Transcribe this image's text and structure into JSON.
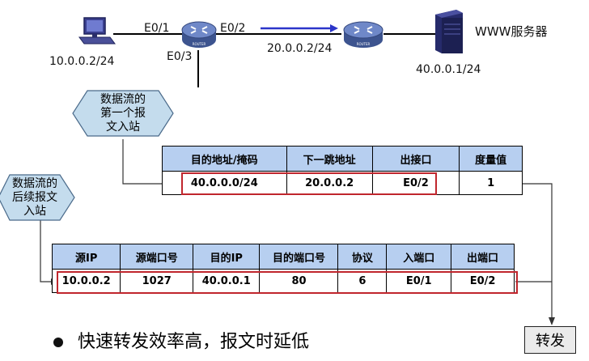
{
  "topology": {
    "pc_ip": "10.0.0.2/24",
    "r1_port_left": "E0/1",
    "r1_port_right": "E0/2",
    "r1_port_down": "E0/3",
    "router_label": "ROUTER",
    "link_ip": "20.0.0.2/24",
    "server_name": "WWW服务器",
    "server_ip": "40.0.0.1/24"
  },
  "callouts": {
    "first_packet": [
      "数据流的",
      "第一个报",
      "文入站"
    ],
    "later_packets": [
      "数据流的",
      "后续报文",
      "入站"
    ]
  },
  "route_table": {
    "headers": [
      "目的地址/掩码",
      "下一跳地址",
      "出接口",
      "度量值"
    ],
    "row": [
      "40.0.0.0/24",
      "20.0.0.2",
      "E0/2",
      "1"
    ]
  },
  "flow_table": {
    "headers": [
      "源IP",
      "源端口号",
      "目的IP",
      "目的端口号",
      "协议",
      "入端口",
      "出端口"
    ],
    "row": [
      "10.0.0.2",
      "1027",
      "40.0.0.1",
      "80",
      "6",
      "E0/1",
      "E0/2"
    ]
  },
  "bullet": "快速转发效率高，报文时延低",
  "forward_label": "转发",
  "colors": {
    "header_fill": "#b7cff0",
    "highlight": "#c0262d",
    "arrow": "#2b35c9",
    "router_fill": "#5b74b6"
  }
}
